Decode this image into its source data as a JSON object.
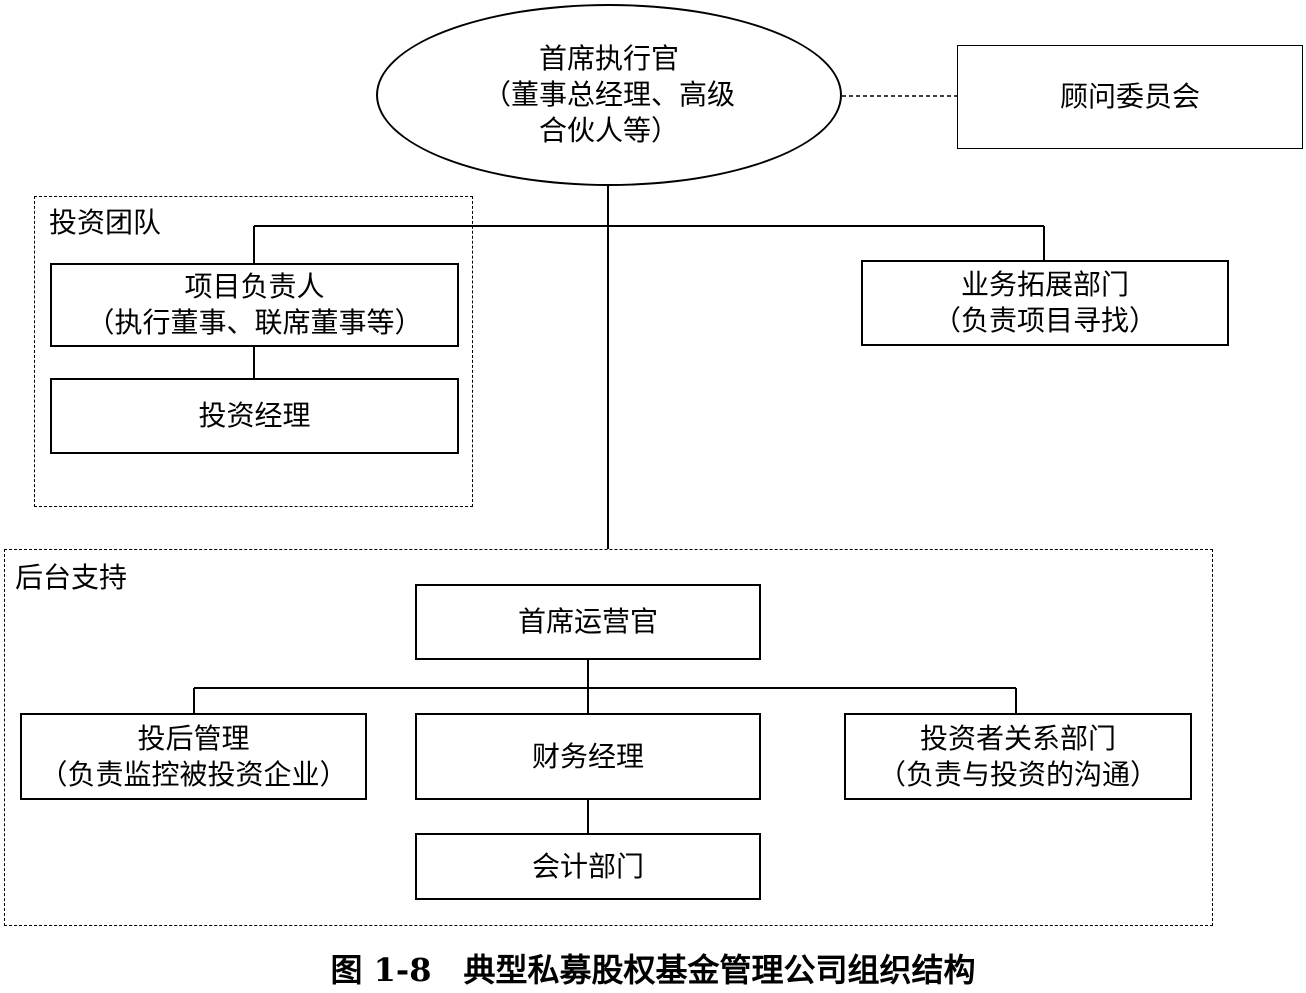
{
  "figure": {
    "caption": "图 1-8　典型私募股权基金管理公司组织结构"
  },
  "ceo": {
    "line1": "首席执行官",
    "line2": "（董事总经理、高级",
    "line3": "合伙人等）"
  },
  "advisory": {
    "label": "顾问委员会"
  },
  "investment_team": {
    "group_label": "投资团队",
    "project_lead": {
      "line1": "项目负责人",
      "line2": "（执行董事、联席董事等）"
    },
    "investment_manager": {
      "label": "投资经理"
    }
  },
  "business_dev": {
    "line1": "业务拓展部门",
    "line2": "（负责项目寻找）"
  },
  "back_office": {
    "group_label": "后台支持",
    "coo": {
      "label": "首席运营官"
    },
    "post_investment": {
      "line1": "投后管理",
      "line2": "（负责监控被投资企业）"
    },
    "finance_manager": {
      "label": "财务经理"
    },
    "investor_relations": {
      "line1": "投资者关系部门",
      "line2": "（负责与投资的沟通）"
    },
    "accounting": {
      "label": "会计部门"
    }
  }
}
